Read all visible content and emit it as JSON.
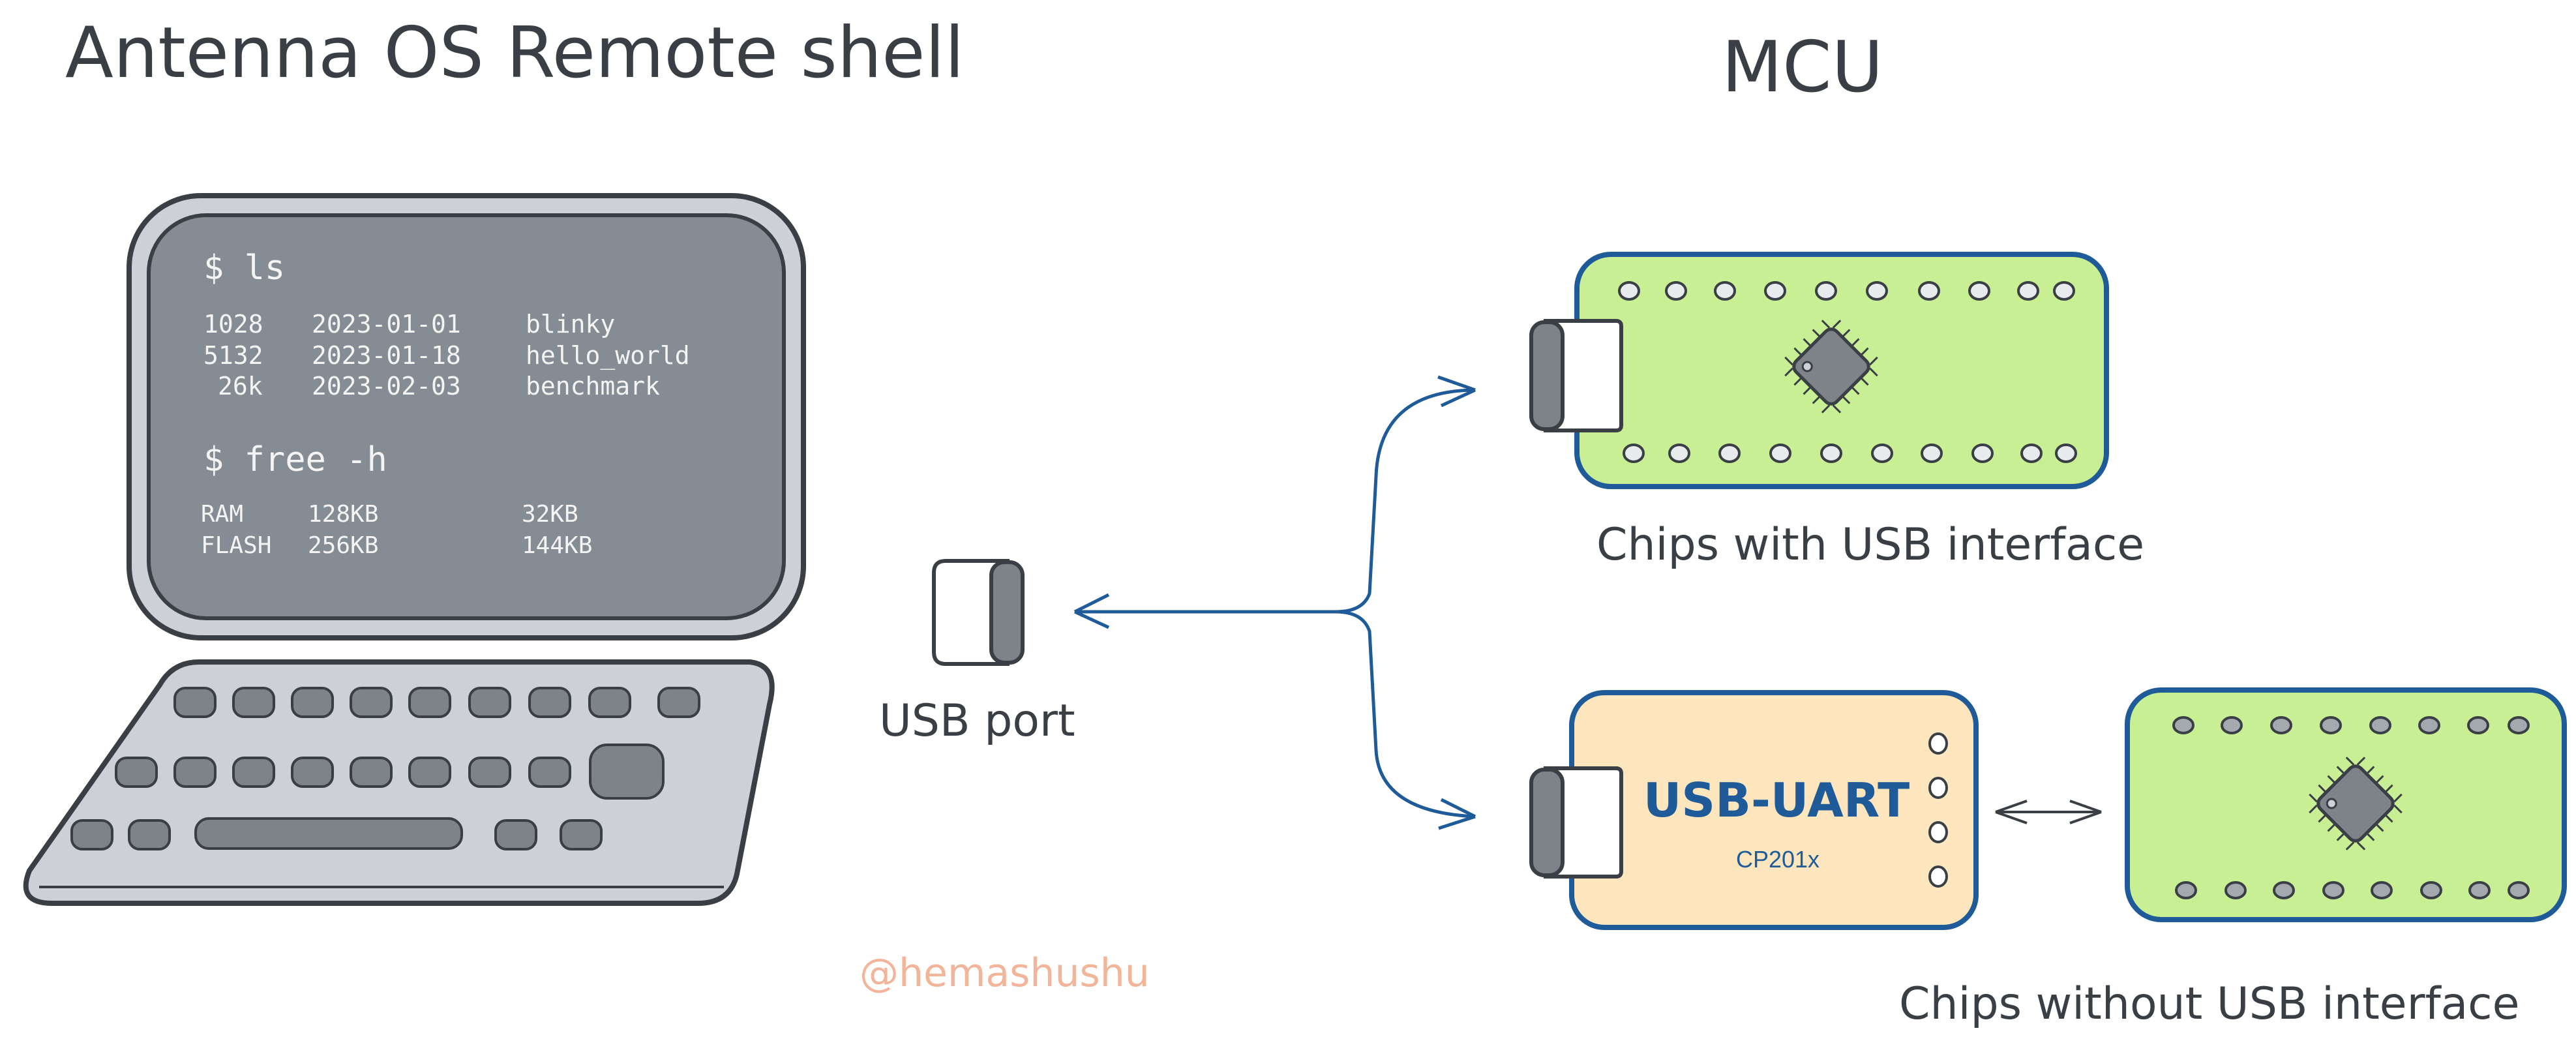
{
  "titles": {
    "left": "Antenna OS Remote shell",
    "right": "MCU"
  },
  "terminal": {
    "cmd_ls": "$ ls",
    "ls_rows": [
      [
        "1028",
        "2023-01-01",
        "blinky"
      ],
      [
        "5132",
        "2023-01-18",
        "hello_world"
      ],
      [
        "26k",
        "2023-02-03",
        "benchmark"
      ]
    ],
    "cmd_free": "$ free -h",
    "free_rows": [
      [
        "RAM",
        "128KB",
        "32KB"
      ],
      [
        "FLASH",
        "256KB",
        "144KB"
      ]
    ]
  },
  "labels": {
    "usb_port": "USB port",
    "chips_usb": "Chips with USB interface",
    "chips_no_usb": "Chips without USB interface",
    "usb_uart_title": "USB-UART",
    "usb_uart_chip": "CP201x",
    "watermark": "@hemashushu"
  },
  "colors": {
    "screen_bg": "#858c93",
    "laptop_body": "#cdd0d6",
    "outline": "#3a3f45",
    "board_green": "#c9ef94",
    "board_border": "#1f5a99",
    "uart_bg": "#fde6be",
    "arrow_blue": "#1f5a99",
    "chip_gray": "#7d8389",
    "watermark": "#f2b59a"
  },
  "icons": [
    "laptop-icon",
    "usb-connector-icon",
    "chip-icon"
  ]
}
